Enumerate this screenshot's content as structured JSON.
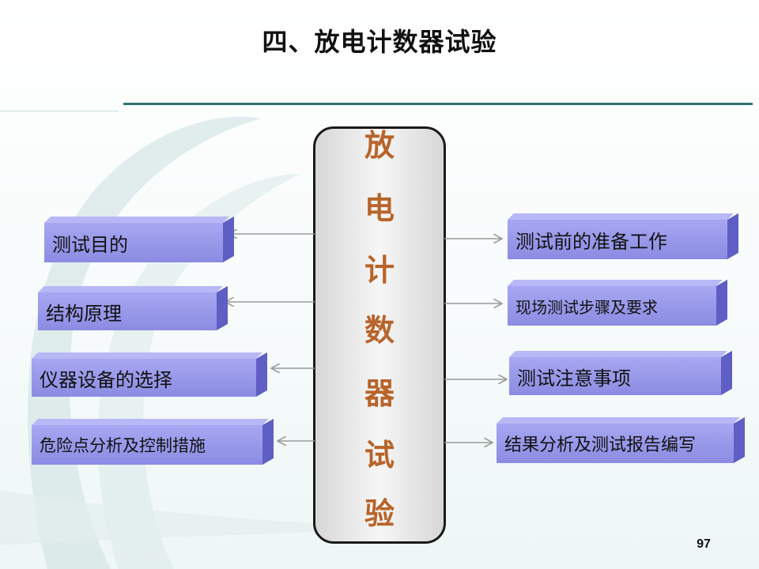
{
  "slide": {
    "title": "四、放电计数器试验",
    "page_number": "97"
  },
  "center": {
    "chars": [
      "放",
      "电",
      "计",
      "数",
      "器",
      "试",
      "验"
    ]
  },
  "left_items": [
    {
      "label": "测试目的"
    },
    {
      "label": "结构原理"
    },
    {
      "label": "仪器设备的选择"
    },
    {
      "label": "危险点分析及控制措施"
    }
  ],
  "right_items": [
    {
      "label": "测试前的准备工作"
    },
    {
      "label": "现场测试步骤及要求"
    },
    {
      "label": "测试注意事项"
    },
    {
      "label": "结果分析及测试报告编写"
    }
  ],
  "colors": {
    "accent_text": "#b8642a",
    "box_fill": "#9999ee",
    "rule_line": "#2b7474"
  }
}
